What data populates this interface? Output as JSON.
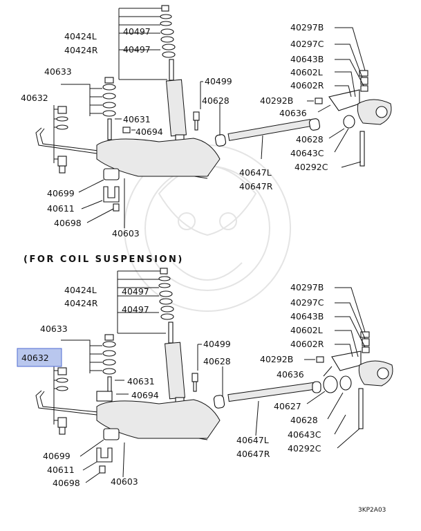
{
  "caption": "(FOR COIL SUSPENSION)",
  "diagram_code": "3KP2A03",
  "highlight_part": "40632",
  "upper": {
    "labels": {
      "p40424L": "40424L",
      "p40424R": "40424R",
      "p40497a": "40497",
      "p40497b": "40497",
      "p40633": "40633",
      "p40632": "40632",
      "p40631": "40631",
      "p40694": "40694",
      "p40699": "40699",
      "p40611": "40611",
      "p40698": "40698",
      "p40603": "40603",
      "p40499": "40499",
      "p40628a": "40628",
      "p40647L": "40647L",
      "p40647R": "40647R",
      "p40297B": "40297B",
      "p40297C": "40297C",
      "p40643B": "40643B",
      "p40602L": "40602L",
      "p40602R": "40602R",
      "p40292B": "40292B",
      "p40636": "40636",
      "p40628b": "40628",
      "p40643C": "40643C",
      "p40292C": "40292C"
    }
  },
  "lower": {
    "labels": {
      "p40424L": "40424L",
      "p40424R": "40424R",
      "p40497a": "40497",
      "p40497b": "40497",
      "p40633": "40633",
      "p40632": "40632",
      "p40631": "40631",
      "p40694": "40694",
      "p40699": "40699",
      "p40611": "40611",
      "p40698": "40698",
      "p40603": "40603",
      "p40499": "40499",
      "p40628a": "40628",
      "p40647L": "40647L",
      "p40647R": "40647R",
      "p40297B": "40297B",
      "p40297C": "40297C",
      "p40643B": "40643B",
      "p40602L": "40602L",
      "p40602R": "40602R",
      "p40292B": "40292B",
      "p40636": "40636",
      "p40627": "40627",
      "p40628b": "40628",
      "p40643C": "40643C",
      "p40292C": "40292C"
    }
  }
}
